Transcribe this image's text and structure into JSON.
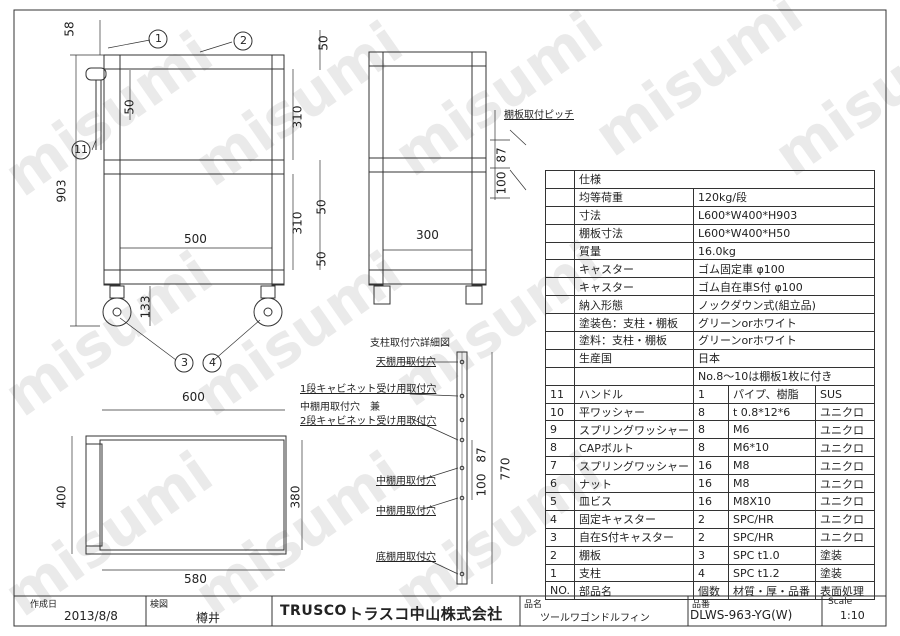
{
  "watermark": "misumi",
  "drawing": {
    "dimensions": {
      "top_offset": "58",
      "total_height": "903",
      "gap_top": "50",
      "gap_left_top": "50",
      "upper_bay": "310",
      "lower_bay": "310",
      "shelf_mid": "50",
      "shelf_bottom": "50",
      "inner_width_front": "500",
      "inner_width_side": "300",
      "caster_height": "133",
      "top_length": "600",
      "top_width": "400",
      "inner_depth": "380",
      "inner_length": "580",
      "pitch_87": "87",
      "pitch_100": "100",
      "post_height": "770"
    },
    "balloons": [
      "1",
      "2",
      "11",
      "3",
      "4"
    ],
    "labels": {
      "shelf_pitch": "棚板取付ピッチ",
      "post_detail": "支柱取付穴詳細図",
      "top_shelf_hole": "天棚用取付穴",
      "cabinet_hole_1": "1段キャビネット受け用取付穴",
      "mid_shelf_note": "中棚用取付穴　兼",
      "cabinet_hole_2": "2段キャビネット受け用取付穴",
      "mid_hole_a": "中棚用取付穴",
      "mid_hole_b": "中棚用取付穴",
      "bottom_hole": "底棚用取付穴"
    }
  },
  "spec": {
    "title": "仕様",
    "rows": [
      {
        "label": "均等荷重",
        "value": "120kg/段"
      },
      {
        "label": "寸法",
        "value": "L600*W400*H903"
      },
      {
        "label": "棚板寸法",
        "value": "L600*W400*H50"
      },
      {
        "label": "質量",
        "value": "16.0kg"
      },
      {
        "label": "キャスター",
        "value": "ゴム固定車 φ100"
      },
      {
        "label": "キャスター",
        "value": "ゴム自在車S付 φ100"
      },
      {
        "label": "納入形態",
        "value": "ノックダウン式(組立品)"
      },
      {
        "label": "塗装色：支柱・棚板",
        "value": "グリーンorホワイト"
      },
      {
        "label": "塗料：支柱・棚板",
        "value": "グリーンorホワイト"
      },
      {
        "label": "生産国",
        "value": "日本"
      }
    ],
    "note": "No.8～10は棚板1枚に付き"
  },
  "parts": {
    "header": {
      "no": "NO.",
      "name": "部品名",
      "qty": "個数",
      "material": "材質・厚・品番",
      "surface": "表面処理"
    },
    "rows": [
      {
        "no": "11",
        "name": "ハンドル",
        "qty": "1",
        "material": "パイプ、樹脂",
        "surface": "SUS"
      },
      {
        "no": "10",
        "name": "平ワッシャー",
        "qty": "8",
        "material": "t 0.8*12*6",
        "surface": "ユニクロ"
      },
      {
        "no": "9",
        "name": "スプリングワッシャー",
        "qty": "8",
        "material": "M6",
        "surface": "ユニクロ"
      },
      {
        "no": "8",
        "name": "CAPボルト",
        "qty": "8",
        "material": "M6*10",
        "surface": "ユニクロ"
      },
      {
        "no": "7",
        "name": "スプリングワッシャー",
        "qty": "16",
        "material": "M8",
        "surface": "ユニクロ"
      },
      {
        "no": "6",
        "name": "ナット",
        "qty": "16",
        "material": "M8",
        "surface": "ユニクロ"
      },
      {
        "no": "5",
        "name": "皿ビス",
        "qty": "16",
        "material": "M8X10",
        "surface": "ユニクロ"
      },
      {
        "no": "4",
        "name": "固定キャスター",
        "qty": "2",
        "material": "SPC/HR",
        "surface": "ユニクロ"
      },
      {
        "no": "3",
        "name": "自在S付キャスター",
        "qty": "2",
        "material": "SPC/HR",
        "surface": "ユニクロ"
      },
      {
        "no": "2",
        "name": "棚板",
        "qty": "3",
        "material": "SPC  t1.0",
        "surface": "塗装"
      },
      {
        "no": "1",
        "name": "支柱",
        "qty": "4",
        "material": "SPC  t1.2",
        "surface": "塗装"
      }
    ]
  },
  "title_block": {
    "created_label": "作成日",
    "created_date": "2013/8/8",
    "checked_label": "検図",
    "checker": "樽井",
    "company_en": "TRUSCO",
    "company_jp": "トラスコ中山株式会社",
    "product_label": "品名",
    "product_name": "ツールワゴンドルフィン",
    "partno_label": "品番",
    "partno": "DLWS-963-YG(W)",
    "scale_label": "Scale",
    "scale": "1:10"
  }
}
